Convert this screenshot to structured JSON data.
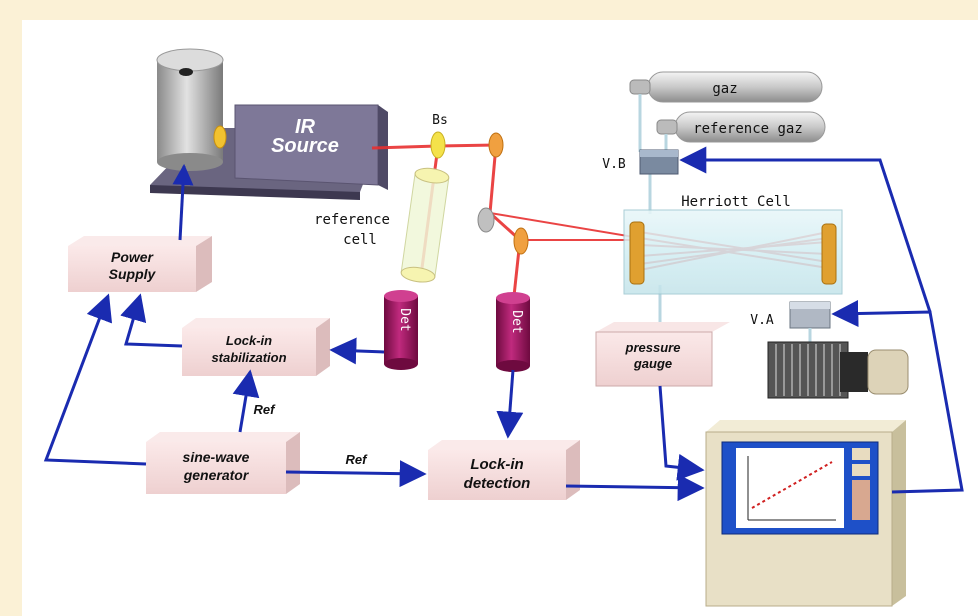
{
  "labels": {
    "ir_source_line1": "IR",
    "ir_source_line2": "Source",
    "bs": "Bs",
    "reference_cell_line1": "reference",
    "reference_cell_line2": "cell",
    "power_supply_line1": "Power",
    "power_supply_line2": "Supply",
    "lockin_stab_line1": "Lock-in",
    "lockin_stab_line2": "stabilization",
    "ref_upper": "Ref",
    "sine_line1": "sine-wave",
    "sine_line2": "generator",
    "ref_lower": "Ref",
    "lockin_det_line1": "Lock-in",
    "lockin_det_line2": "detection",
    "det_left": "Det",
    "det_right": "Det",
    "gaz": "gaz",
    "reference_gaz": "reference gaz",
    "vb": "V.B",
    "herriott": "Herriott Cell",
    "va": "V.A",
    "pressure_line1": "pressure",
    "pressure_line2": "gauge"
  },
  "colors": {
    "background": "#fbf1d6",
    "box_pink": "#f6dede",
    "signal_blue": "#1a2bb0",
    "laser_red": "#e83030",
    "detector_magenta": "#b0186a"
  }
}
